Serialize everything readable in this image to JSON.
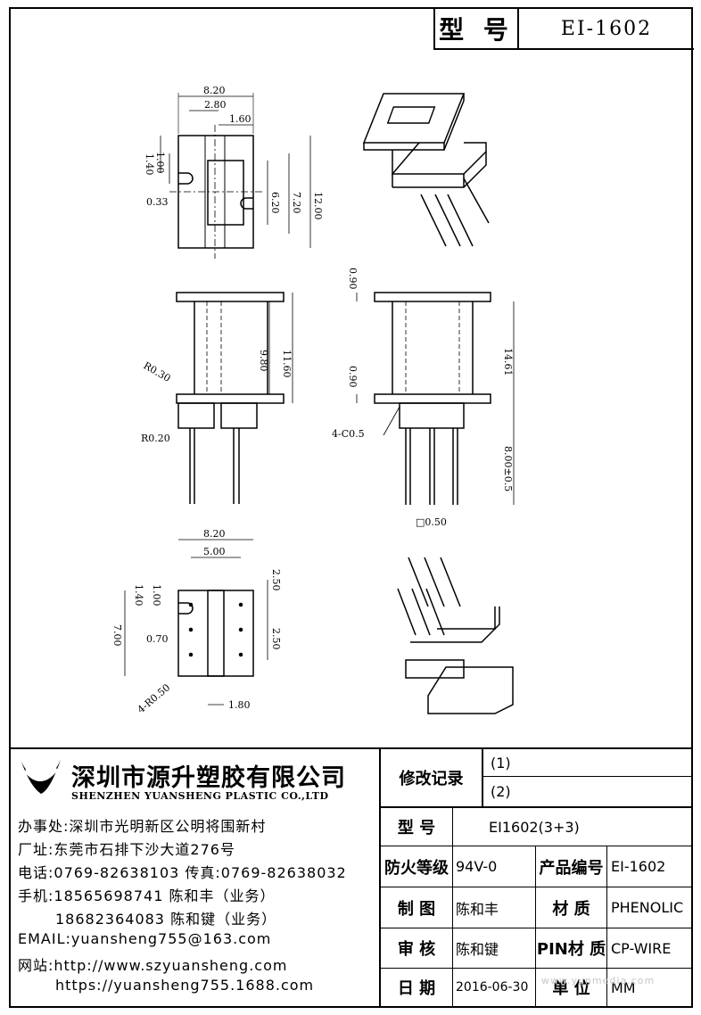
{
  "header": {
    "model_label": "型 号",
    "model_value": "EI-1602"
  },
  "dimensions": {
    "top_view": {
      "A": "8.20",
      "B": "2.80",
      "C": "1.60",
      "D": "6.20",
      "E": "7.20",
      "F": "12.00",
      "G": "1.40",
      "H": "1.00",
      "I": "0.33"
    },
    "front_view": {
      "G": "9.80",
      "H": "11.60",
      "R1": "R0.30",
      "R2": "R0.20"
    },
    "side_view": {
      "J": "0.90",
      "K": "0.90",
      "L": "14.61",
      "M": "4-C0.5",
      "N": "8.00±0.5",
      "O": "□0.50"
    },
    "bottom_view": {
      "A": "8.20",
      "B": "5.00",
      "C": "2.50",
      "D": "1.40",
      "E": "1.00",
      "F": "7.00",
      "G": "0.70",
      "H": "2.50",
      "I": "4-R0.50",
      "J": "1.80"
    }
  },
  "company": {
    "name_cn": "深圳市源升塑胶有限公司",
    "name_en": "SHENZHEN YUANSHENG PLASTIC CO.,LTD",
    "office": "办事处:深圳市光明新区公明将围新村",
    "factory": "厂址:东莞市石排下沙大道276号",
    "phone": "电话:0769-82638103 传真:0769-82638032",
    "mobile1": "手机:18565698741 陈和丰（业务）",
    "mobile2": "18682364083 陈和键（业务）",
    "email": "EMAIL:yuansheng755@163.com",
    "website_label": "网站:http://www.szyuansheng.com",
    "website2": "https://yuansheng755.1688.com"
  },
  "revision": {
    "label": "修改记录",
    "r1": "(1)",
    "r2": "(2)"
  },
  "spec": {
    "model_label": "型 号",
    "model_value": "EI1602(3+3)",
    "fire_label": "防火等级",
    "fire_value": "94V-0",
    "code_label": "产品编号",
    "code_value": "EI-1602",
    "drawn_label": "制 图",
    "drawn_value": "陈和丰",
    "material_label": "材 质",
    "material_value": "PHENOLIC",
    "check_label": "审 核",
    "check_value": "陈和键",
    "pin_label": "PIN材 质",
    "pin_value": "CP-WIRE",
    "date_label": "日 期",
    "date_value": "2016-06-30",
    "unit_label": "单 位",
    "unit_value": "MM"
  },
  "watermark": "www.yunmedia.com"
}
